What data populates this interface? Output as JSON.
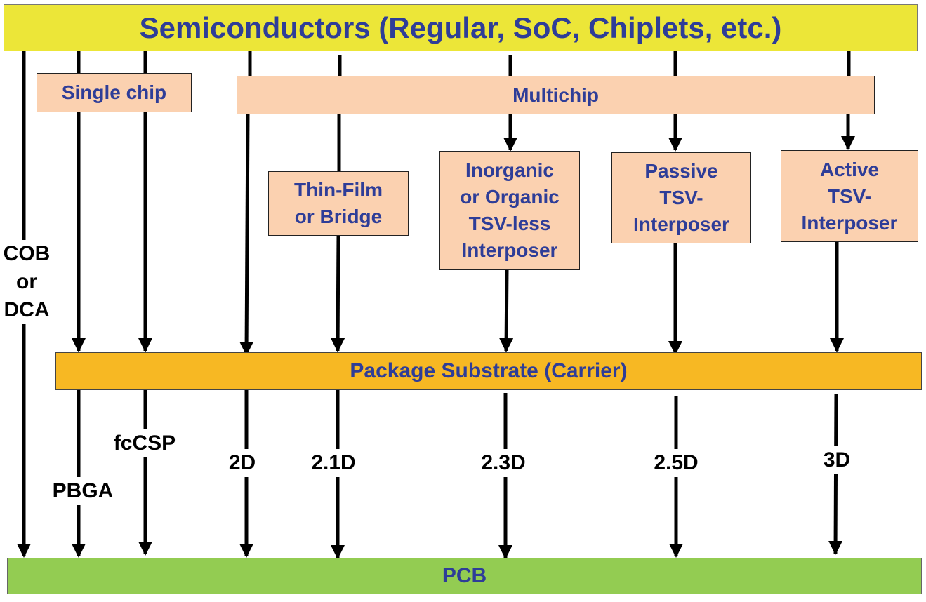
{
  "top_box": {
    "label": "Semiconductors (Regular, SoC, Chiplets, etc.)"
  },
  "single_chip": {
    "label": "Single chip"
  },
  "multichip": {
    "label": "Multichip"
  },
  "interposers": {
    "thin_film": [
      "Thin-Film",
      "or Bridge"
    ],
    "tsv_less": [
      "Inorganic",
      "or Organic",
      "TSV-less",
      "Interposer"
    ],
    "passive_tsv": [
      "Passive",
      "TSV-",
      "Interposer"
    ],
    "active_tsv": [
      "Active",
      "TSV-",
      "Interposer"
    ]
  },
  "substrate": {
    "label": "Package Substrate (Carrier)"
  },
  "pcb": {
    "label": "PCB"
  },
  "package_labels": {
    "cob": [
      "COB",
      "or",
      "DCA"
    ],
    "pbga": "PBGA",
    "fccsp": "fcCSP",
    "d2": "2D",
    "d21": "2.1D",
    "d23": "2.3D",
    "d25": "2.5D",
    "d3": "3D"
  },
  "colors": {
    "top_box": "#ece638",
    "boxes": "#fbd1b0",
    "substrate": "#f7b823",
    "pcb": "#93cc52",
    "text": "#2e3d98"
  }
}
